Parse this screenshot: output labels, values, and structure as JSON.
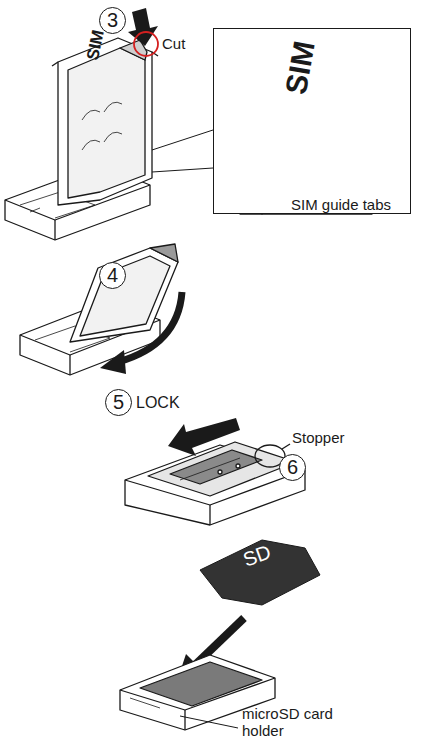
{
  "diagram": {
    "nodes": [
      {
        "text": [
          "3"
        ]
      },
      {
        "text": [
          "SIM",
          "SIM guide tabs"
        ]
      },
      {
        "text": [
          "4"
        ]
      },
      {
        "text": [
          "5"
        ]
      },
      {
        "text": [
          "6"
        ]
      }
    ],
    "labels": [
      "SIM",
      "Cut",
      "LOCK",
      "Stopper",
      "SD",
      "microSD card holder"
    ]
  }
}
